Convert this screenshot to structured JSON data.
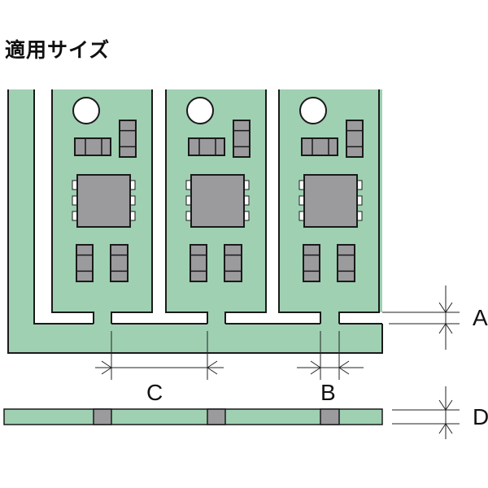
{
  "title": "適用サイズ",
  "dimensions": {
    "a": "A",
    "b": "B",
    "c": "C",
    "d": "D"
  },
  "colors": {
    "board": "#9fd0b2",
    "component": "#9b9b9e",
    "outline": "#1a1a1a"
  },
  "board_count": 3
}
